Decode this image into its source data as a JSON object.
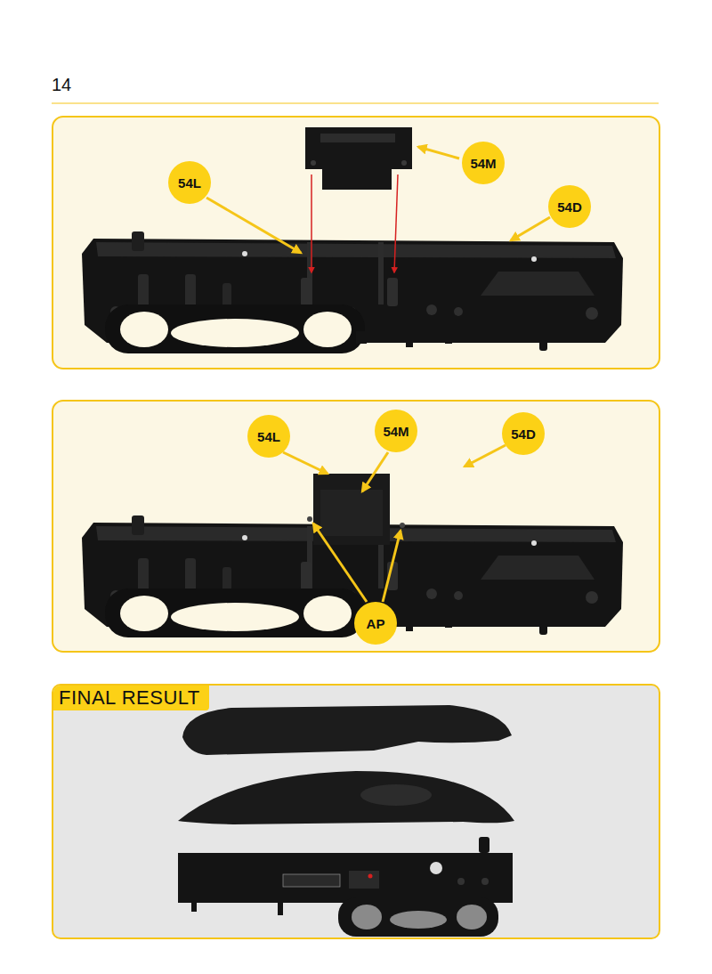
{
  "diagram": {
    "nodes": [
      {
        "text": [
          "54L"
        ]
      },
      {
        "text": [
          "54M"
        ]
      },
      {
        "text": [
          "54D"
        ]
      },
      {
        "text": [
          "54L"
        ]
      },
      {
        "text": [
          "54M"
        ]
      },
      {
        "text": [
          "54D"
        ]
      },
      {
        "text": [
          "AP"
        ]
      },
      {
        "text": [
          "FINAL RESULT"
        ]
      }
    ],
    "edges": [],
    "labels": [
      "14"
    ]
  }
}
